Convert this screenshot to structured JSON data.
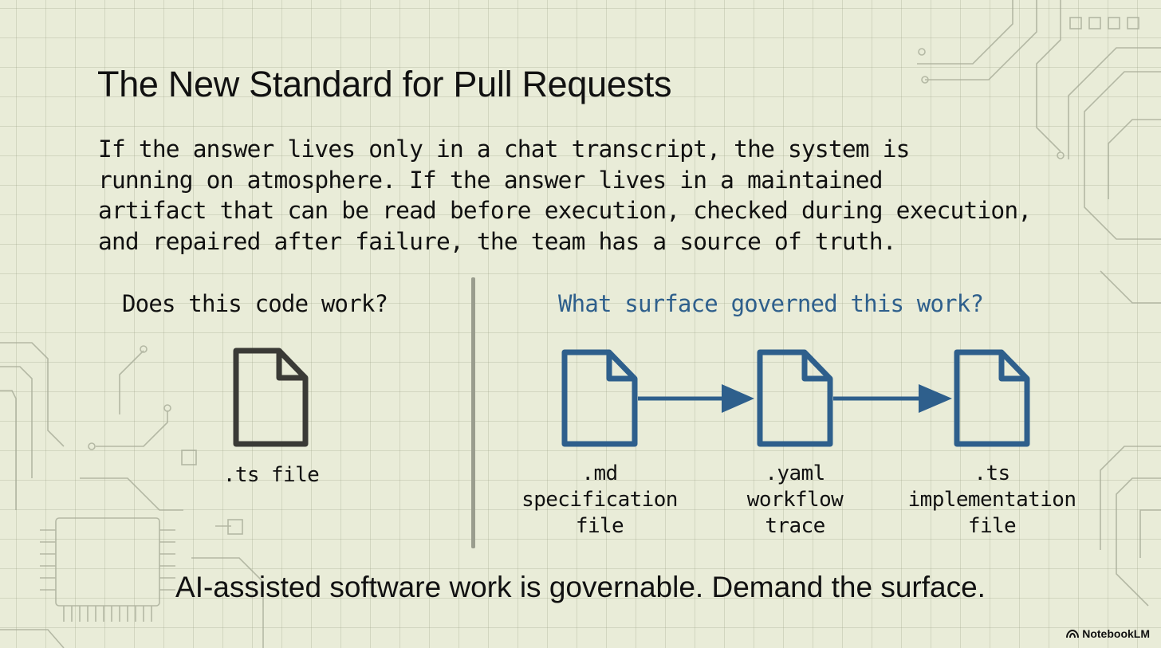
{
  "title": "The New Standard for Pull Requests",
  "paragraph": {
    "lines": [
      "If the answer lives only in a chat transcript, the system is",
      "running on atmosphere. If the answer lives in a maintained",
      "artifact that can be read before execution, checked during execution,",
      "and repaired after failure, the team has a source of truth."
    ]
  },
  "left": {
    "question": "Does this code work?",
    "file_label": ".ts file"
  },
  "right": {
    "question": "What surface governed this work?",
    "files": [
      {
        "ext": ".md",
        "line2": "specification",
        "line3": "file"
      },
      {
        "ext": ".yaml",
        "line2": "workflow",
        "line3": "trace"
      },
      {
        "ext": ".ts",
        "line2": "implementation",
        "line3": "file"
      }
    ]
  },
  "footer": "AI-assisted software work is governable. Demand the surface.",
  "brand": {
    "name": "NotebookLM",
    "icon": "notebooklm-logo-icon"
  },
  "colors": {
    "background": "#e9ecd8",
    "text": "#111111",
    "accent_blue": "#2e5f8c",
    "file_dark": "#3a3a36",
    "divider": "#9a9d8e"
  }
}
